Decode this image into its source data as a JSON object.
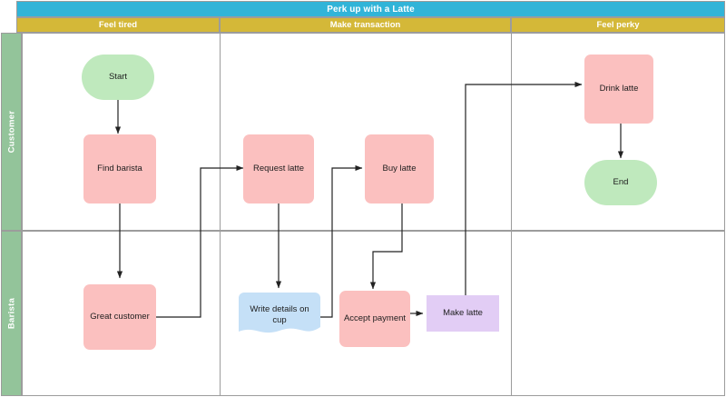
{
  "diagram": {
    "type": "swimlane-flowchart",
    "pool_title": "Perk up with a Latte",
    "title_color": "#31b4d8",
    "phase_color": "#d4b838",
    "lane_color": "#93c49a",
    "phases": [
      {
        "id": "feel-tired",
        "label": "Feel tired"
      },
      {
        "id": "make-transaction",
        "label": "Make transaction"
      },
      {
        "id": "feel-perky",
        "label": "Feel perky"
      }
    ],
    "lanes": [
      {
        "id": "customer",
        "label": "Customer"
      },
      {
        "id": "barista",
        "label": "Barista"
      }
    ],
    "nodes": [
      {
        "id": "start",
        "label": "Start",
        "shape": "terminator",
        "color": "#bfe9bd",
        "lane": "customer",
        "phase": "feel-tired"
      },
      {
        "id": "find-barista",
        "label": "Find barista",
        "shape": "process",
        "color": "#fbc0bf",
        "lane": "customer",
        "phase": "feel-tired"
      },
      {
        "id": "great-customer",
        "label": "Great customer",
        "shape": "process",
        "color": "#fbc0bf",
        "lane": "barista",
        "phase": "feel-tired"
      },
      {
        "id": "request-latte",
        "label": "Request latte",
        "shape": "process",
        "color": "#fbc0bf",
        "lane": "customer",
        "phase": "make-transaction"
      },
      {
        "id": "write-details",
        "label": "Write details on cup",
        "shape": "document",
        "color": "#c5e0f7",
        "lane": "barista",
        "phase": "make-transaction"
      },
      {
        "id": "buy-latte",
        "label": "Buy latte",
        "shape": "process",
        "color": "#fbc0bf",
        "lane": "customer",
        "phase": "make-transaction"
      },
      {
        "id": "accept-payment",
        "label": "Accept payment",
        "shape": "process",
        "color": "#fbc0bf",
        "lane": "barista",
        "phase": "make-transaction"
      },
      {
        "id": "make-latte",
        "label": "Make latte",
        "shape": "rectangle",
        "color": "#e2cdf5",
        "lane": "barista",
        "phase": "make-transaction"
      },
      {
        "id": "drink-latte",
        "label": "Drink latte",
        "shape": "process",
        "color": "#fbc0bf",
        "lane": "customer",
        "phase": "feel-perky"
      },
      {
        "id": "end",
        "label": "End",
        "shape": "terminator",
        "color": "#bfe9bd",
        "lane": "customer",
        "phase": "feel-perky"
      }
    ],
    "edges": [
      {
        "id": "e1",
        "from": "start",
        "to": "find-barista"
      },
      {
        "id": "e2",
        "from": "find-barista",
        "to": "great-customer"
      },
      {
        "id": "e3",
        "from": "great-customer",
        "to": "request-latte"
      },
      {
        "id": "e4",
        "from": "request-latte",
        "to": "write-details"
      },
      {
        "id": "e5",
        "from": "write-details",
        "to": "buy-latte"
      },
      {
        "id": "e6",
        "from": "buy-latte",
        "to": "accept-payment"
      },
      {
        "id": "e7",
        "from": "accept-payment",
        "to": "make-latte"
      },
      {
        "id": "e8",
        "from": "make-latte",
        "to": "drink-latte"
      },
      {
        "id": "e9",
        "from": "drink-latte",
        "to": "end"
      }
    ]
  }
}
